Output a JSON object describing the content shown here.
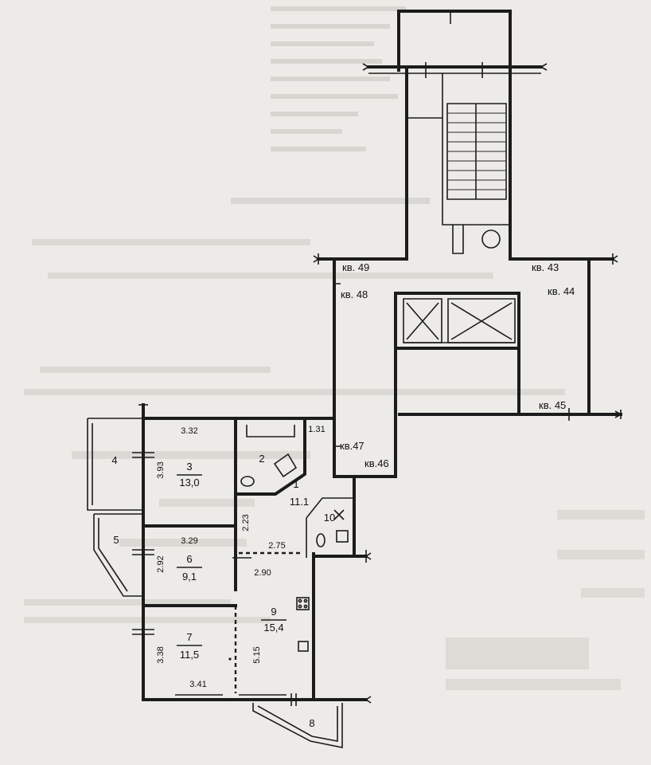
{
  "apartments": {
    "kv49": "кв. 49",
    "kv48": "кв. 48",
    "kv47": "кв.47",
    "kv46": "кв.46",
    "kv43": "кв. 43",
    "kv44": "кв. 44",
    "kv45": "кв. 45"
  },
  "rooms": {
    "r1": {
      "num": "1",
      "area": "11.1"
    },
    "r2": {
      "num": "2"
    },
    "r3": {
      "num": "3",
      "area": "13,0"
    },
    "r4": {
      "num": "4"
    },
    "r5": {
      "num": "5"
    },
    "r6": {
      "num": "6",
      "area": "9,1"
    },
    "r7": {
      "num": "7",
      "area": "11,5"
    },
    "r8": {
      "num": "8"
    },
    "r9": {
      "num": "9",
      "area": "15,4"
    },
    "r10": {
      "num": "10"
    }
  },
  "dimensions": {
    "d332": "3.32",
    "d393": "3.93",
    "d131": "1.31",
    "d223": "2.23",
    "d329": "3.29",
    "d275": "2.75",
    "d292": "2.92",
    "d290": "2.90",
    "d338": "3.38",
    "d515": "5.15",
    "d341": "3.41"
  },
  "colors": {
    "paper": "#ecebe7",
    "ink": "#1c1c1c"
  }
}
